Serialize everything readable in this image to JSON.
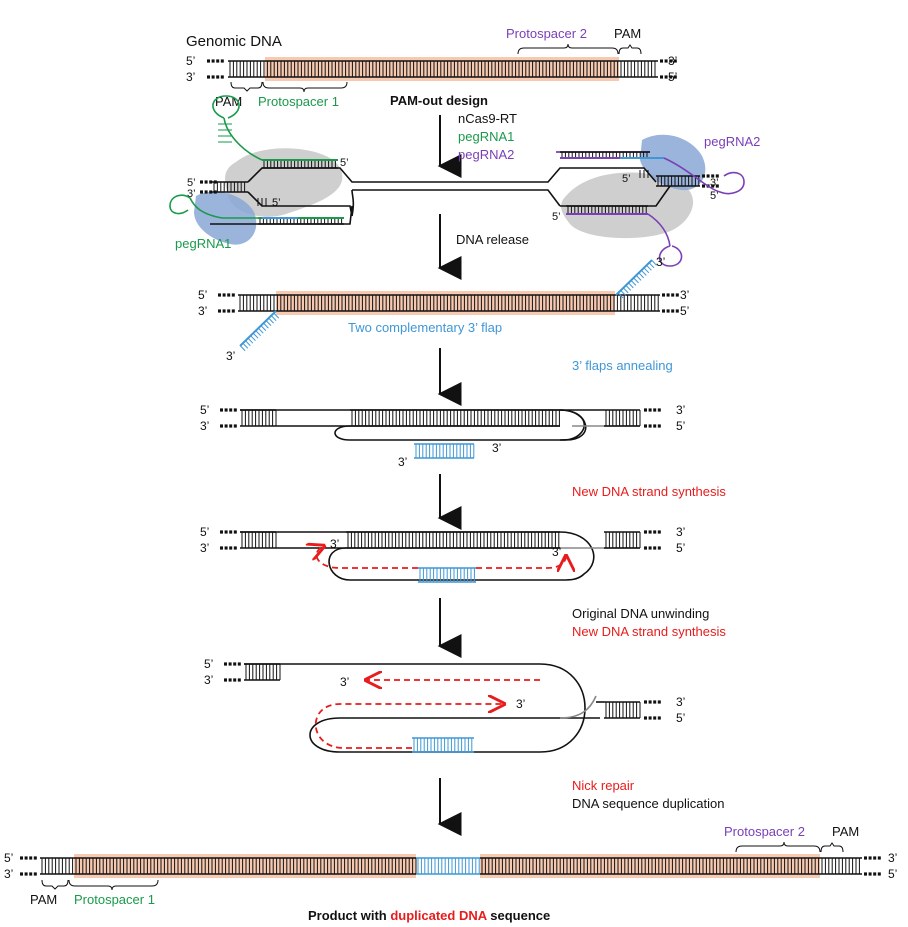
{
  "colors": {
    "black": "#111111",
    "green": "#1a9a4a",
    "purple": "#7a3fb6",
    "blue": "#3f97d6",
    "red": "#e81c1c",
    "peach": "#f6c9b0",
    "gray_blob": "#cfcfcf",
    "blue_blob": "#8aa7d6"
  },
  "icons": {
    "arrow": "down-arrow-icon",
    "dna": "double-helix-ladder",
    "hairpin": "rna-hairpin-loop"
  },
  "labels": {
    "five_prime": "5’",
    "three_prime": "3’"
  },
  "stage1": {
    "title": "Genomic DNA",
    "protospacer1": "Protospacer 1",
    "protospacer2": "Protospacer 2",
    "pam_top": "PAM",
    "pam_bottom": "PAM"
  },
  "step1": {
    "design": "PAM-out design",
    "reagent": "nCas9-RT",
    "pegrna1": "pegRNA1",
    "pegrna2": "pegRNA2"
  },
  "stage2": {
    "pegrna1": "pegRNA1",
    "pegrna2": "pegRNA2"
  },
  "step2": {
    "label": "DNA release"
  },
  "stage3": {
    "flap_label": "Two complementary 3’ flap"
  },
  "step3": {
    "label": "3’ flaps annealing"
  },
  "step4": {
    "label": "New DNA strand synthesis"
  },
  "step5": {
    "line1": "Original DNA unwinding",
    "line2": "New DNA strand synthesis"
  },
  "step6": {
    "line1": "Nick repair",
    "line2": "DNA sequence duplication"
  },
  "final": {
    "protospacer1": "Protospacer 1",
    "protospacer2": "Protospacer 2",
    "pam_top": "PAM",
    "pam_bottom": "PAM",
    "caption_pre": "Product with ",
    "caption_highlight": "duplicated DNA",
    "caption_post": " sequence"
  }
}
